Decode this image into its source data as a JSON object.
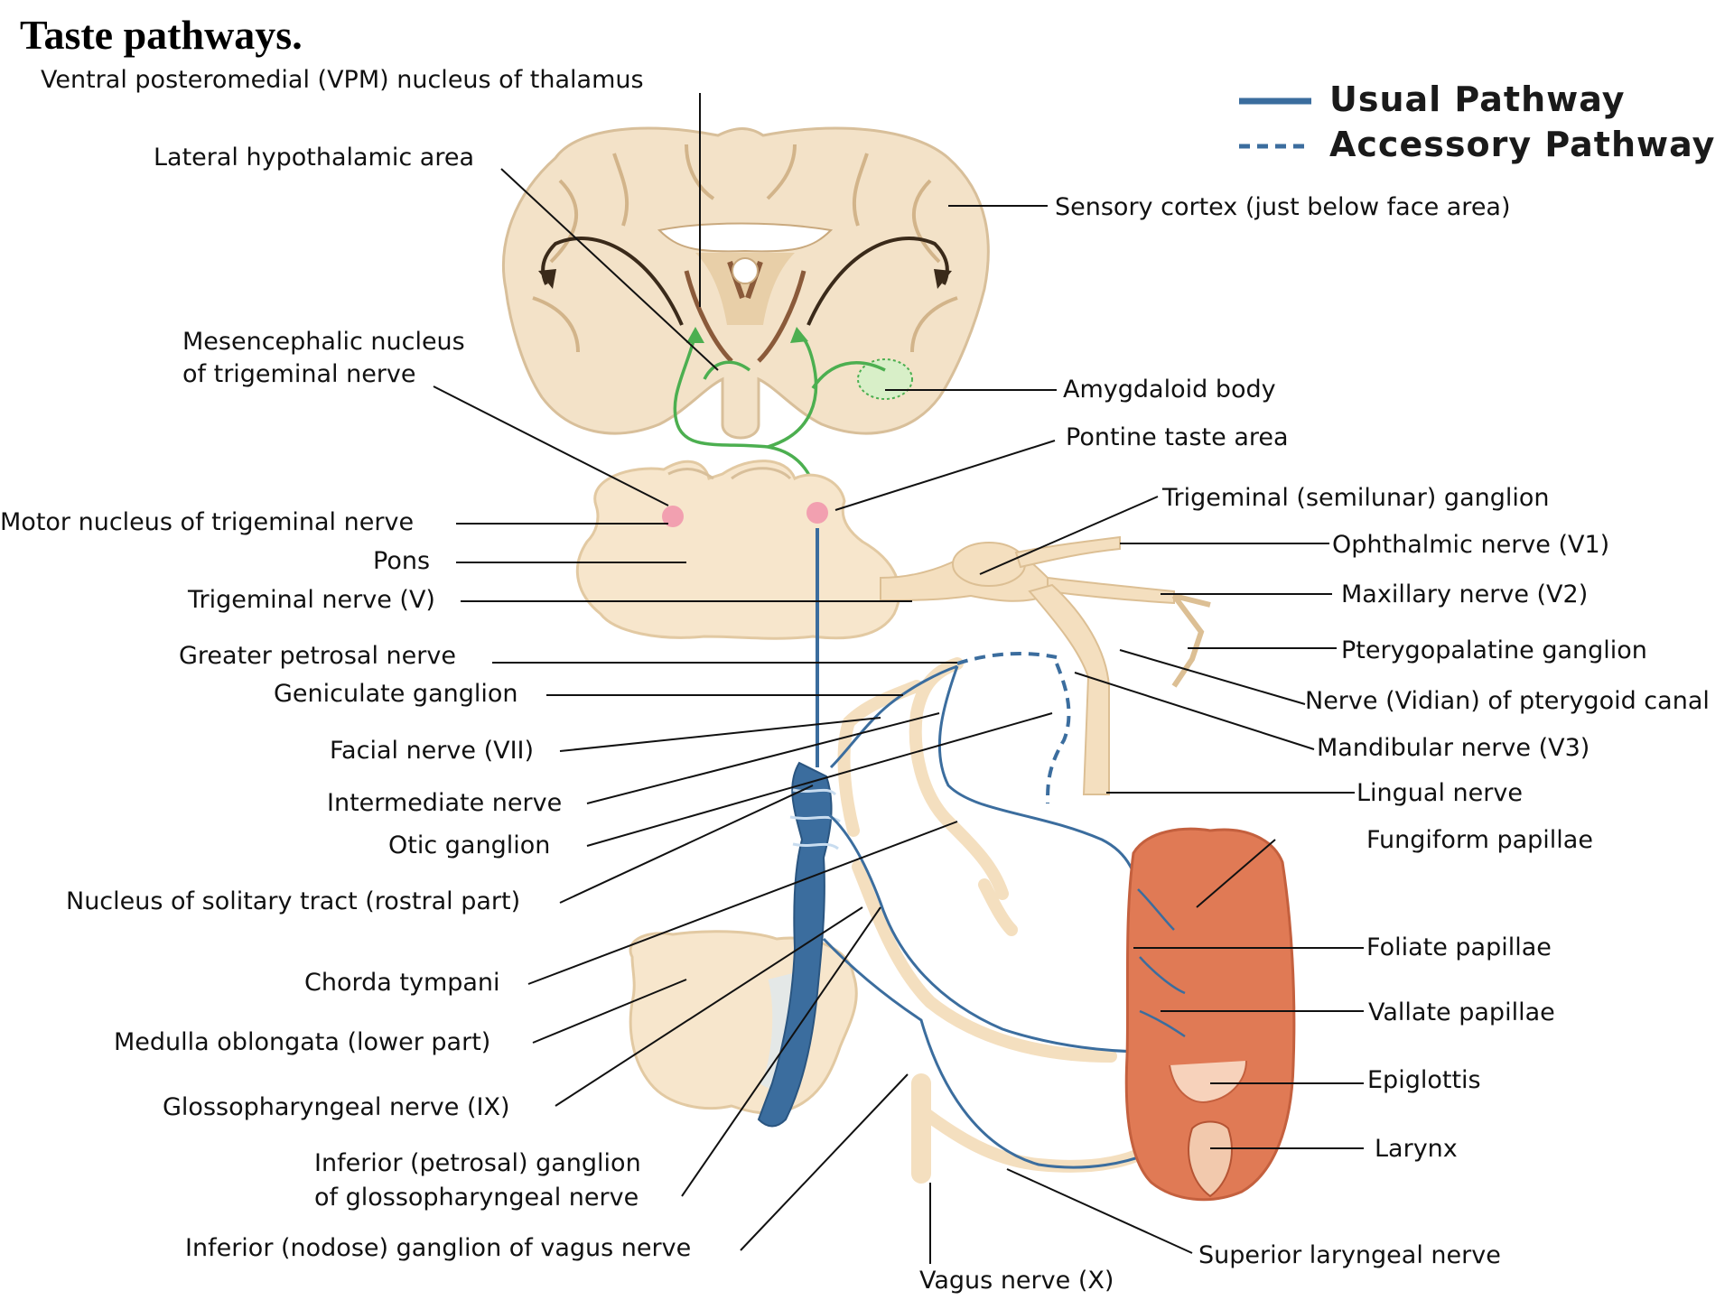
{
  "title": "Taste pathways.",
  "legend": {
    "usual": "Usual Pathway",
    "accessory": "Accessory Pathway",
    "usual_color": "#3b6d9e",
    "accessory_color": "#3b6d9e"
  },
  "colors": {
    "brain": "#f3e2c8",
    "brain_dark": "#8a5a3a",
    "nerve": "#f4dfbf",
    "tongue": "#e07a55",
    "green_pathway": "#4caf50",
    "pink_nucleus": "#f2a0b0"
  },
  "labels": {
    "vpm": "Ventral posteromedial (VPM) nucleus of thalamus",
    "lateral_hypo": "Lateral hypothalamic area",
    "mesencephalic_1": "Mesencephalic nucleus",
    "mesencephalic_2": "of trigeminal nerve",
    "motor_nucleus": "Motor nucleus of trigeminal nerve",
    "pons": "Pons",
    "trigeminal_nerve": "Trigeminal nerve (V)",
    "greater_petrosal": "Greater petrosal nerve",
    "geniculate": "Geniculate ganglion",
    "facial": "Facial nerve (VII)",
    "intermediate": "Intermediate nerve",
    "otic": "Otic ganglion",
    "nts": "Nucleus of solitary tract (rostral part)",
    "chorda": "Chorda tympani",
    "medulla": "Medulla oblongata (lower part)",
    "glosso": "Glossopharyngeal nerve (IX)",
    "inferior_petrosal_1": "Inferior (petrosal) ganglion",
    "inferior_petrosal_2": "of glossopharyngeal nerve",
    "nodose": "Inferior (nodose) ganglion of vagus nerve",
    "vagus": "Vagus nerve (X)",
    "superior_laryngeal": "Superior laryngeal nerve",
    "sensory_cortex": "Sensory cortex (just below face area)",
    "amygdaloid": "Amygdaloid body",
    "pontine_taste": "Pontine taste area",
    "trigeminal_ganglion": "Trigeminal (semilunar) ganglion",
    "ophthalmic": "Ophthalmic nerve (V1)",
    "maxillary": "Maxillary nerve (V2)",
    "pterygopalatine": "Pterygopalatine ganglion",
    "vidian": "Nerve (Vidian) of pterygoid canal",
    "mandibular": "Mandibular nerve (V3)",
    "lingual": "Lingual nerve",
    "fungiform": "Fungiform papillae",
    "foliate": "Foliate papillae",
    "vallate": "Vallate papillae",
    "epiglottis": "Epiglottis",
    "larynx": "Larynx"
  }
}
